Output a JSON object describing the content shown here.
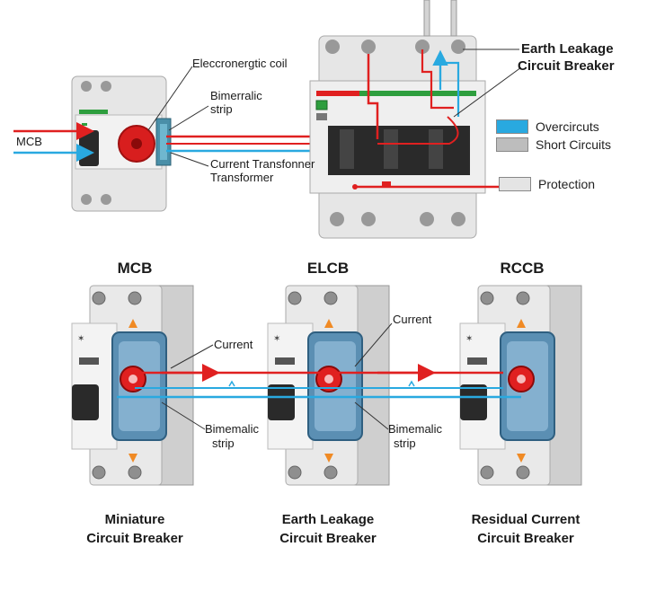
{
  "top": {
    "mcb_label": "MCB",
    "coil_label": "Eleccronergtic coil",
    "bimetal_label_1": "Bimerralic",
    "bimetal_label_2": "strip",
    "ct_label_1": "Current Transfonner",
    "ct_label_2": "Transformer",
    "elcb_title_1": "Earth Leakage",
    "elcb_title_2": "Circuit Breaker"
  },
  "legend": [
    {
      "label": "Overcircuts",
      "color": "#29a9e0"
    },
    {
      "label": "Short Circuits",
      "color": "#bdbdbd"
    },
    {
      "label": "Protection",
      "color": "#e4e4e4"
    }
  ],
  "bottom": {
    "mcb": {
      "title": "MCB",
      "caption_1": "Miniature",
      "caption_2": "Circuit Breaker"
    },
    "elcb": {
      "title": "ELCB",
      "caption_1": "Earth Leakage",
      "caption_2": "Circuit Breaker"
    },
    "rccb": {
      "title": "RCCB",
      "caption_1": "Residual Current",
      "caption_2": "Circuit Breaker"
    },
    "current_label_1": "Current",
    "current_label_2": "Current",
    "bimetal_1_line1": "Bimemalic",
    "bimetal_1_line2": "strip",
    "bimetal_2_line1": "Bimemalic",
    "bimetal_2_line2": "strip"
  },
  "colors": {
    "red": "#e02020",
    "blue": "#29a9e0",
    "green": "#2e9e3e",
    "frame": "#d9d9d9",
    "dark": "#2a2a2a"
  }
}
